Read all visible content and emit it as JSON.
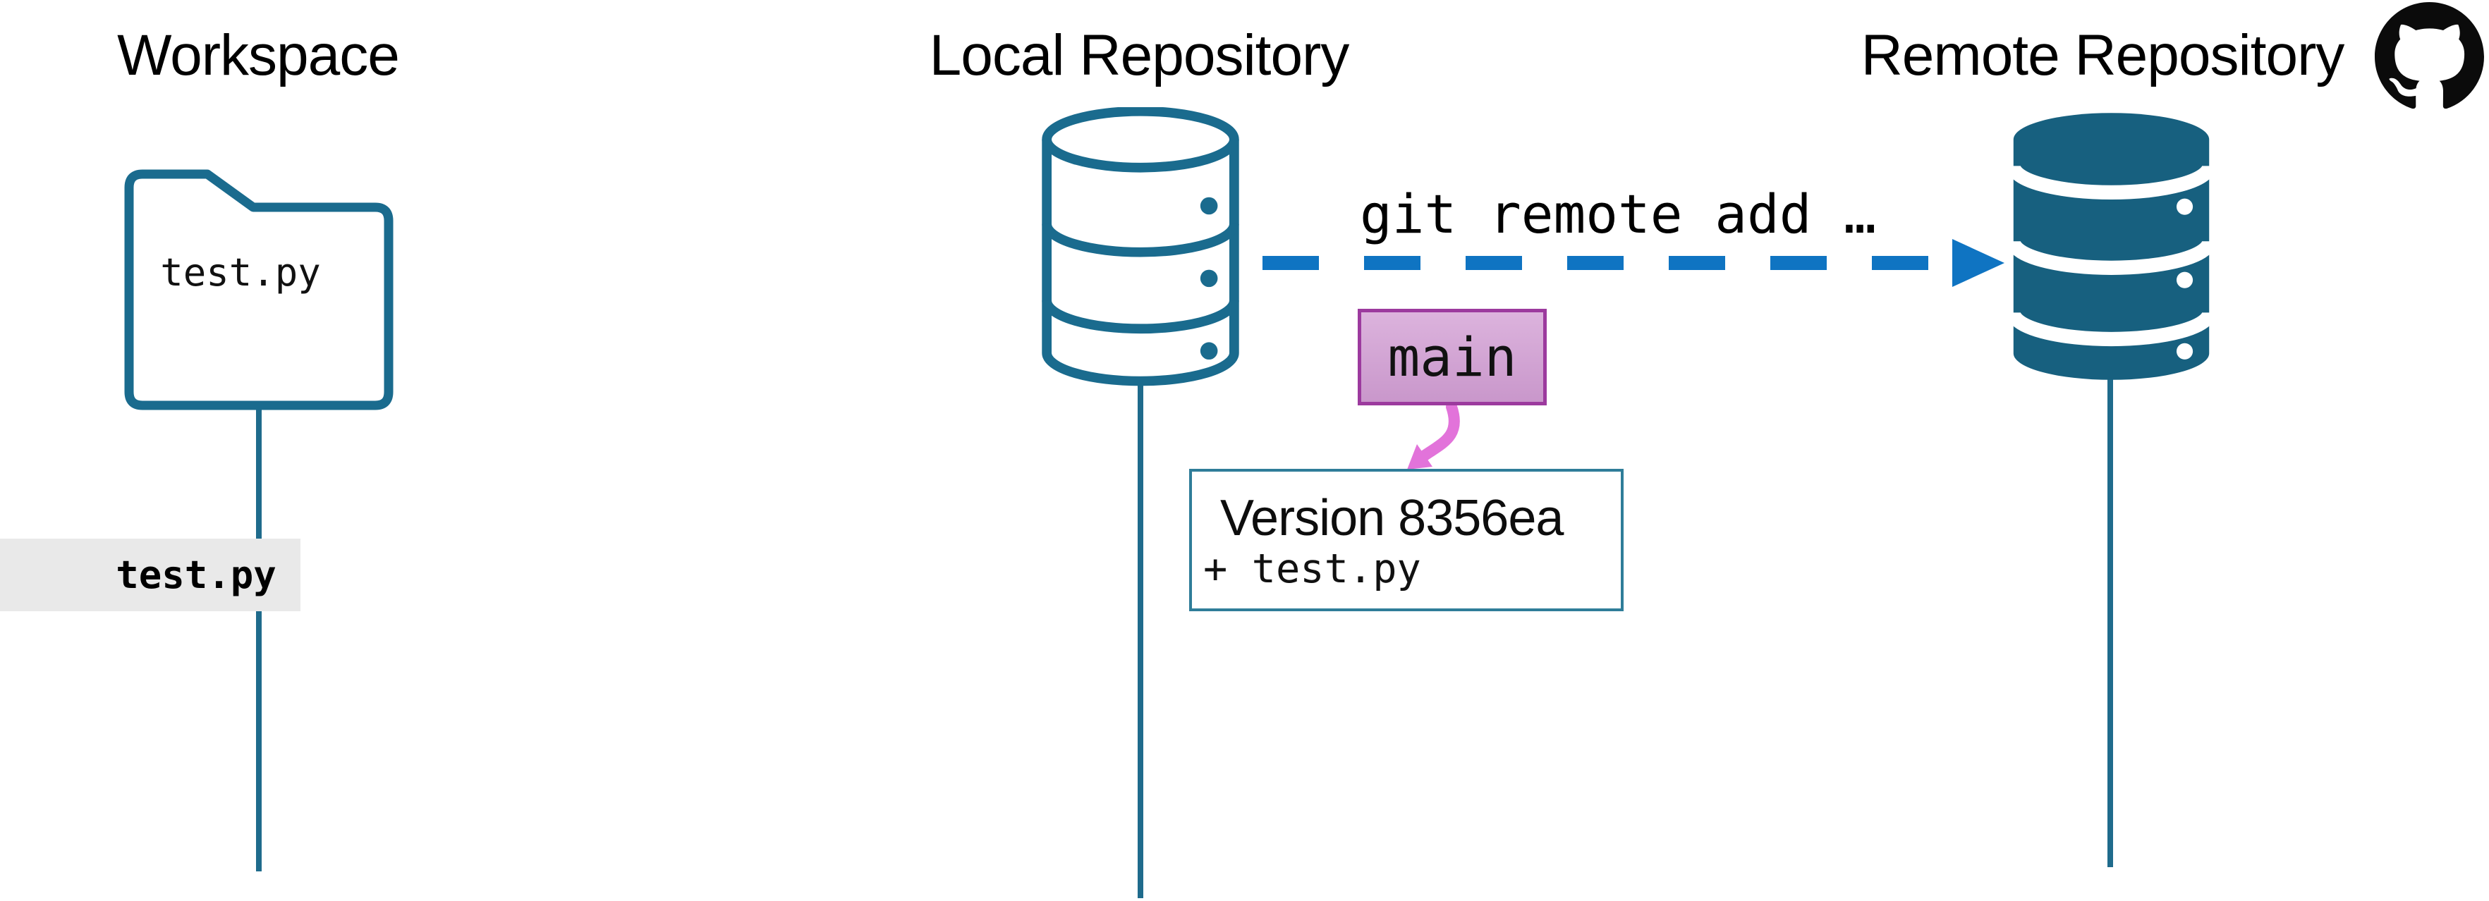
{
  "diagram": {
    "workspace": {
      "heading": "Workspace",
      "folder_file": "test.py",
      "timeline_file": "test.py"
    },
    "local_repository": {
      "heading": "Local Repository",
      "command_label": "git remote add …",
      "branch_label": "main",
      "commit": {
        "title": "Version 8356ea",
        "change": "+ test.py"
      }
    },
    "remote_repository": {
      "heading": "Remote Repository"
    }
  },
  "icons": {
    "workspace": "folder-icon",
    "local_repository": "database-outline-icon",
    "remote_repository": "database-filled-icon",
    "remote_brand": "github-octocat-icon",
    "remote_link": "dashed-arrow-right-icon",
    "branch_pointer": "curved-arrow-down-icon"
  },
  "colors": {
    "repo_teal_outline": "#1a6b8e",
    "repo_teal_fill": "#17607f",
    "timeline_line": "#1f6b8c",
    "connector_blue": "#0f74c2",
    "branch_box_border": "#9c3a9e",
    "branch_box_fill_top": "#dcb3dd",
    "branch_box_fill_bottom": "#c997cb",
    "branch_arrow_magenta": "#e273da",
    "version_box_border": "#2f7d99",
    "timeline_label_bg": "#e9e9e9",
    "github_black": "#0b0b0b",
    "text_black": "#000000"
  }
}
